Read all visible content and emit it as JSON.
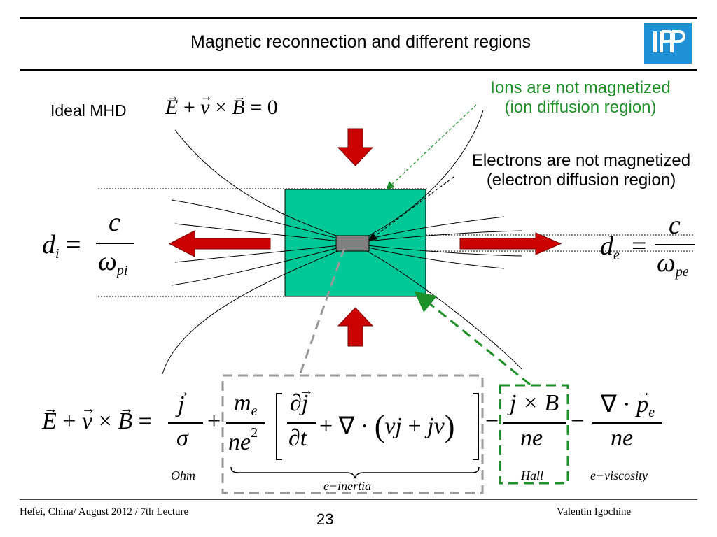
{
  "slide": {
    "title": "Magnetic reconnection and different regions",
    "logo_text": "IPP",
    "ideal_mhd_label": "Ideal MHD",
    "ideal_mhd_eq": "E + v × B = 0",
    "ion_label_1": "Ions are not magnetized",
    "ion_label_2": "(ion diffusion region)",
    "electron_label_1": "Electrons are not magnetized",
    "electron_label_2": "(electron diffusion region)",
    "di_eq": {
      "lhs": "d",
      "sub": "i",
      "num": "c",
      "den": "ω",
      "den_sub": "pi"
    },
    "de_eq": {
      "lhs": "d",
      "sub": "e",
      "num": "c",
      "den": "ω",
      "den_sub": "pe"
    },
    "ohm_eq": {
      "lhs": "E + v × B =",
      "t1_num": "j",
      "t1_den": "σ",
      "t2_pre_num": "m",
      "t2_pre_num_sub": "e",
      "t2_pre_den": "ne",
      "t2_pre_den_sup": "2",
      "t2_inner_num": "∂j",
      "t2_inner_den": "∂t",
      "t2_rest": "+ ∇ · (vj + jv)",
      "t3_num": "j × B",
      "t3_den": "ne",
      "t4_num": "∇ · p",
      "t4_num_sub": "e",
      "t4_den": "ne"
    },
    "term_labels": {
      "ohm": "Ohm",
      "inertia": "e−inertia",
      "hall": "Hall",
      "viscosity": "e−viscosity"
    },
    "colors": {
      "ion_region": "#00c896",
      "electron_region": "#808080",
      "arrow": "#cc0000",
      "green_text": "#1f8f2a",
      "logo": "#1f8fd6"
    }
  },
  "footer": {
    "left": "Hefei, China/ August 2012 / 7th Lecture",
    "page": "23",
    "right": "Valentin Igochine"
  }
}
